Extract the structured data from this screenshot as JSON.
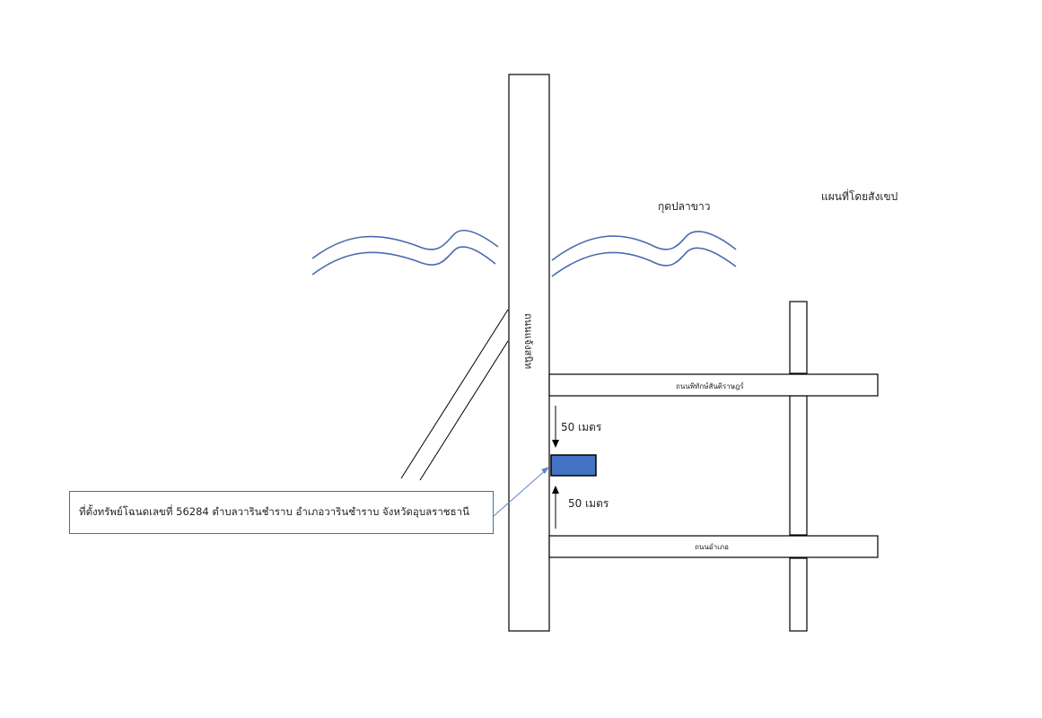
{
  "map_title": "แผนที่โดยสังเขป",
  "river_label": "กุดปลาขาว",
  "roads": {
    "main_vertical": "ถนนแจ้งสนิท",
    "upper_horizontal": "ถนนพิทักษ์สันติราษฎร์",
    "lower_horizontal": "ถนนอำเภอ"
  },
  "distances": {
    "north": "50 เมตร",
    "south": "50 เมตร"
  },
  "callout": {
    "text": "ที่ตั้งทรัพย์โฉนดเลขที่ 56284 ตำบลวารินชำราบ อำเภอวารินชำราบ จังหวัดอุบลราชธานี"
  },
  "colors": {
    "property_fill": "#4472c4",
    "river_stroke": "#4a6bb0",
    "callout_border": "#41719c",
    "leader_line": "#5b87c7"
  },
  "icons": {
    "distance_arrows": "arrow-icon"
  }
}
